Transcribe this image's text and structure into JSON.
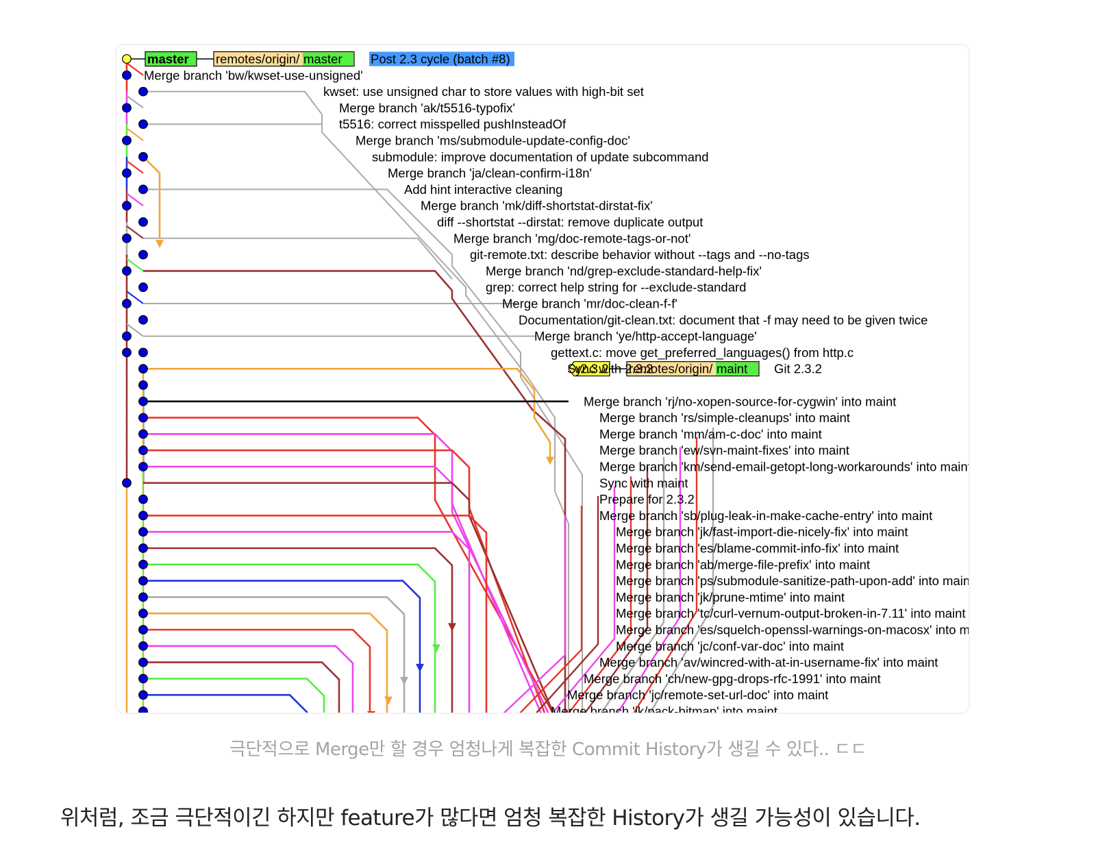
{
  "figure": {
    "refs": {
      "head_branch": "master",
      "remote_master_prefix": "remotes/origin/",
      "remote_master_name": "master",
      "head_tag": "Post 2.3 cycle (batch #8)",
      "release_tag": "v2.3.2",
      "remote_maint_prefix": "remotes/origin/",
      "remote_maint_name": "maint",
      "release_message": "Git 2.3.2"
    },
    "commits": [
      "Merge branch 'bw/kwset-use-unsigned'",
      "kwset: use unsigned char to store values with high-bit set",
      "Merge branch 'ak/t5516-typofix'",
      "t5516: correct misspelled pushInsteadOf",
      "Merge branch 'ms/submodule-update-config-doc'",
      "submodule: improve documentation of update subcommand",
      "Merge branch 'ja/clean-confirm-i18n'",
      "Add hint interactive cleaning",
      "Merge branch 'mk/diff-shortstat-dirstat-fix'",
      "diff --shortstat --dirstat: remove duplicate output",
      "Merge branch 'mg/doc-remote-tags-or-not'",
      "git-remote.txt: describe behavior without --tags and --no-tags",
      "Merge branch 'nd/grep-exclude-standard-help-fix'",
      "grep: correct help string for --exclude-standard",
      "Merge branch 'mr/doc-clean-f-f'",
      "Documentation/git-clean.txt: document that -f may need to be given twice",
      "Merge branch 'ye/http-accept-language'",
      "gettext.c: move get_preferred_languages() from http.c",
      "Sync with 2.3.2",
      "",
      "Merge branch 'rj/no-xopen-source-for-cygwin' into maint",
      "Merge branch 'rs/simple-cleanups' into maint",
      "Merge branch 'mm/am-c-doc' into maint",
      "Merge branch 'ew/svn-maint-fixes' into maint",
      "Merge branch 'km/send-email-getopt-long-workarounds' into maint",
      "Sync with maint",
      "Prepare for 2.3.2",
      "Merge branch 'sb/plug-leak-in-make-cache-entry' into maint",
      "Merge branch 'jk/fast-import-die-nicely-fix' into maint",
      "Merge branch 'es/blame-commit-info-fix' into maint",
      "Merge branch 'ab/merge-file-prefix' into maint",
      "Merge branch 'ps/submodule-sanitize-path-upon-add' into maint",
      "Merge branch 'jk/prune-mtime' into maint",
      "Merge branch 'tc/curl-vernum-output-broken-in-7.11' into maint",
      "Merge branch 'es/squelch-openssl-warnings-on-macosx' into maint",
      "Merge branch 'jc/conf-var-doc' into maint",
      "Merge branch 'av/wincred-with-at-in-username-fix' into maint",
      "Merge branch 'ch/new-gpg-drops-rfc-1991' into maint",
      "Merge branch 'jc/remote-set-url-doc' into maint",
      "Merge branch 'jk/pack-bitmap' into maint"
    ],
    "colors": {
      "head_dot": "#ffff44",
      "commit_dot": "#0000dd",
      "branch_label": "#55ee44",
      "remote_label": "#ffdd99",
      "tag_label": "#4499ff",
      "release_tag_label": "#ffff44",
      "lane_colors": [
        "#aaaaaa",
        "#e8352a",
        "#ee44ee",
        "#9b3030",
        "#f4a53a",
        "#55ee44",
        "#2233dd",
        "#000000"
      ]
    }
  },
  "caption": "극단적으로 Merge만 할 경우 엄청나게 복잡한 Commit History가 생길 수 있다.. ㄷㄷ",
  "body_text": "위처럼, 조금 극단적이긴 하지만 feature가 많다면 엄청 복잡한 History가 생길 가능성이 있습니다."
}
